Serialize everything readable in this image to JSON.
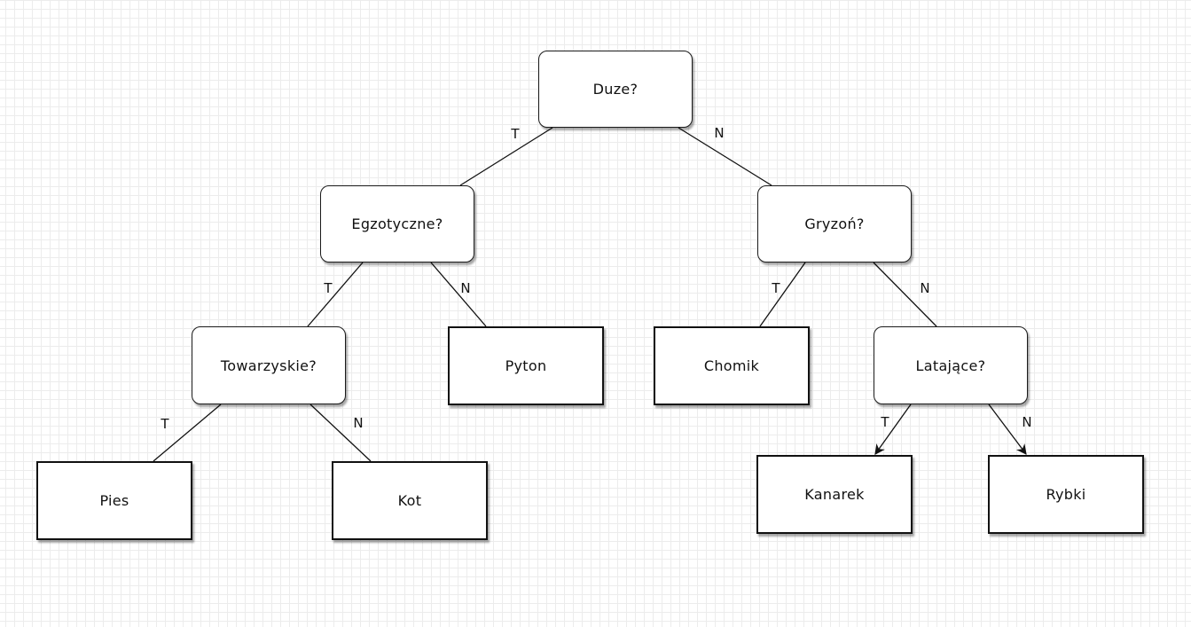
{
  "nodes": {
    "root": {
      "label": "Duze?"
    },
    "egzotyczne": {
      "label": "Egzotyczne?"
    },
    "gryzon": {
      "label": "Gryzoń?"
    },
    "towarzyskie": {
      "label": "Towarzyskie?"
    },
    "pyton": {
      "label": "Pyton"
    },
    "chomik": {
      "label": "Chomik"
    },
    "latajace": {
      "label": "Latające?"
    },
    "pies": {
      "label": "Pies"
    },
    "kot": {
      "label": "Kot"
    },
    "kanarek": {
      "label": "Kanarek"
    },
    "rybki": {
      "label": "Rybki"
    }
  },
  "edges": {
    "root_egzotyczne": "T",
    "root_gryzon": "N",
    "egzotyczne_towarzyskie": "T",
    "egzotyczne_pyton": "N",
    "gryzon_chomik": "T",
    "gryzon_latajace": "N",
    "towarzyskie_pies": "T",
    "towarzyskie_kot": "N",
    "latajace_kanarek": "T",
    "latajace_rybki": "N"
  }
}
